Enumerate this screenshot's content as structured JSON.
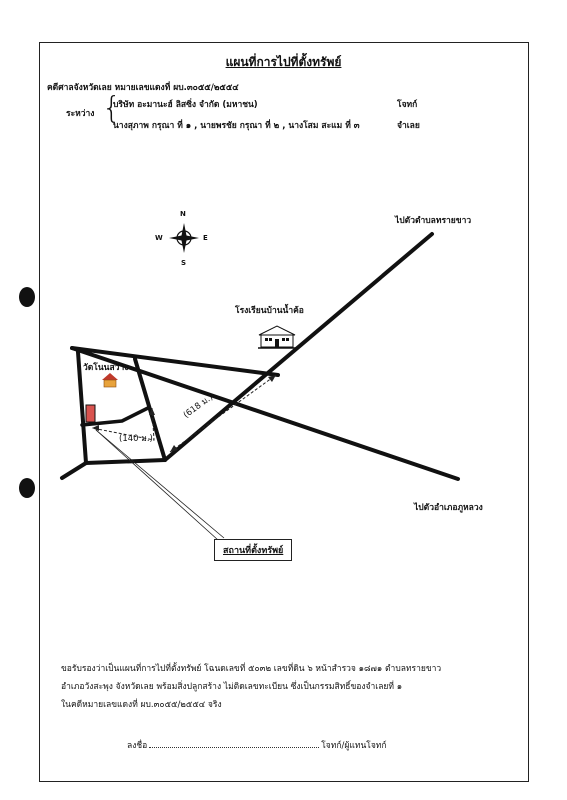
{
  "doc": {
    "title": "แผนที่การไปที่ตั้งทรัพย์",
    "case_line": "คดีศาลจังหวัดเลย หมายเลขแดงที่ ผบ.๓๐๕๕/๒๕๕๔",
    "between_label": "ระหว่าง",
    "plaintiff": "บริษัท อะมานะฮ์ ลิสซิ่ง จำกัด (มหาชน)",
    "plaintiff_role": "โจทก์",
    "defendants": "นางสุภาพ กรุณา ที่ ๑ , นายพรชัย กรุณา ที่ ๒ , นางโสม สะแม ที่ ๓",
    "defendant_role": "จำเลย"
  },
  "map": {
    "compass": {
      "n": "N",
      "s": "S",
      "e": "E",
      "w": "W"
    },
    "road_ne_label": "ไปตัวตำบลทรายขาว",
    "road_se_label": "ไปตัวอำเภอภูหลวง",
    "school_label": "โรงเรียนบ้านน้ำค้อ",
    "temple_label": "วัดโนนสว่าง",
    "distance_long": "(618 ม.)",
    "distance_short": "(140 ม.)",
    "property_label": "สถานที่ตั้งทรัพย์"
  },
  "footer": {
    "line1": "ขอรับรองว่าเป็นแผนที่การไปที่ตั้งทรัพย์ โฉนดเลขที่ ๕๐๓๒ เลขที่ดิน ๖ หน้าสำรวจ ๑๘๗๑ ตำบลทรายขาว",
    "line2": "อำเภอวังสะพุง จังหวัดเลย พร้อมสิ่งปลูกสร้าง ไม่ติดเลขทะเบียน ซึ่งเป็นกรรมสิทธิ์ของจำเลยที่ ๑",
    "line3": "ในคดีหมายเลขแดงที่ ผบ.๓๐๕๕/๒๕๕๔ จริง",
    "sign_prefix": "ลงชื่อ",
    "sign_suffix": "โจทก์/ผู้แทนโจทก์"
  },
  "colors": {
    "ink": "#111111",
    "property_marker": "#d9534f",
    "temple_roof": "#c0392b",
    "temple_body": "#e8a33c"
  }
}
